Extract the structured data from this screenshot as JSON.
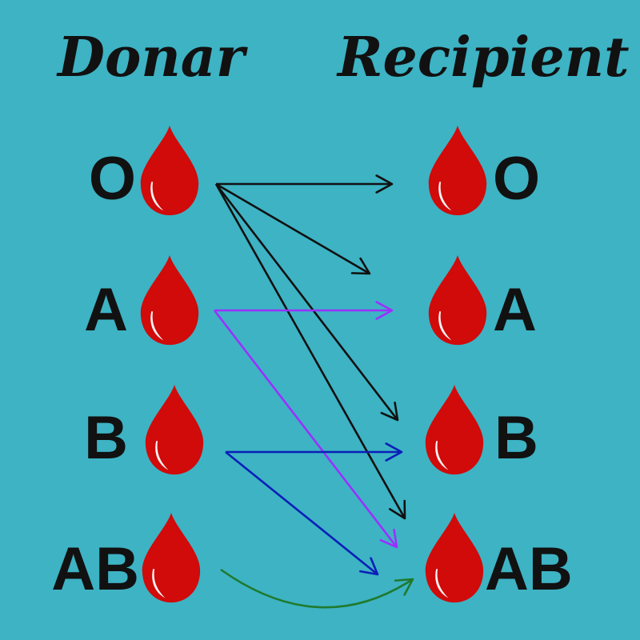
{
  "headings": {
    "donor": "Donar",
    "recipient": "Recipient"
  },
  "blood_types": [
    "O",
    "A",
    "B",
    "AB"
  ],
  "donors": [
    {
      "type": "O"
    },
    {
      "type": "A"
    },
    {
      "type": "B"
    },
    {
      "type": "AB"
    }
  ],
  "recipients": [
    {
      "type": "O"
    },
    {
      "type": "A"
    },
    {
      "type": "B"
    },
    {
      "type": "AB"
    }
  ],
  "compatibility": [
    {
      "from": "O",
      "to": "O",
      "color": "#111111"
    },
    {
      "from": "O",
      "to": "A",
      "color": "#111111"
    },
    {
      "from": "O",
      "to": "B",
      "color": "#111111"
    },
    {
      "from": "O",
      "to": "AB",
      "color": "#111111"
    },
    {
      "from": "A",
      "to": "A",
      "color": "#9b30ff"
    },
    {
      "from": "A",
      "to": "AB",
      "color": "#9b30ff"
    },
    {
      "from": "B",
      "to": "B",
      "color": "#0a1fb8"
    },
    {
      "from": "B",
      "to": "AB",
      "color": "#0a1fb8"
    },
    {
      "from": "AB",
      "to": "AB",
      "color": "#1f7a2e"
    }
  ],
  "icons": {
    "drop": "blood-drop-icon"
  },
  "colors": {
    "background": "#3db3c4",
    "drop": "#d10a0a",
    "text": "#111111"
  }
}
